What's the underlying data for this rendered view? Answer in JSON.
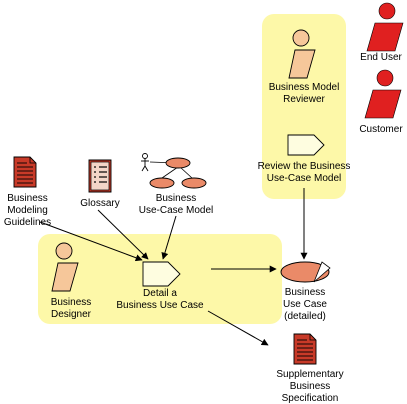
{
  "colors": {
    "swimlane": "#fdf8a8",
    "worker_fill": "#f6c79a",
    "actor_red": "#e02020",
    "use_case_fill": "#ea8a68",
    "activity_fill": "#fefde0",
    "artifact_red": "#c83a28",
    "line": "#000000"
  },
  "workers": {
    "reviewer": [
      "Business Model",
      "Reviewer"
    ],
    "designer": [
      "Business",
      "Designer"
    ]
  },
  "actors": {
    "end_user": "End User",
    "customer": "Customer"
  },
  "activities": {
    "review": [
      "Review the Business",
      "Use-Case Model"
    ],
    "detail": [
      "Detail a",
      "Business Use Case"
    ]
  },
  "artifacts": {
    "guidelines": [
      "Business",
      "Modeling",
      "Guidelines"
    ],
    "glossary": [
      "Glossary"
    ],
    "use_case_model": [
      "Business",
      "Use-Case Model"
    ],
    "use_case": [
      "Business",
      "Use Case",
      "(detailed)"
    ],
    "supplementary": [
      "Supplementary",
      "Business",
      "Specification"
    ]
  }
}
